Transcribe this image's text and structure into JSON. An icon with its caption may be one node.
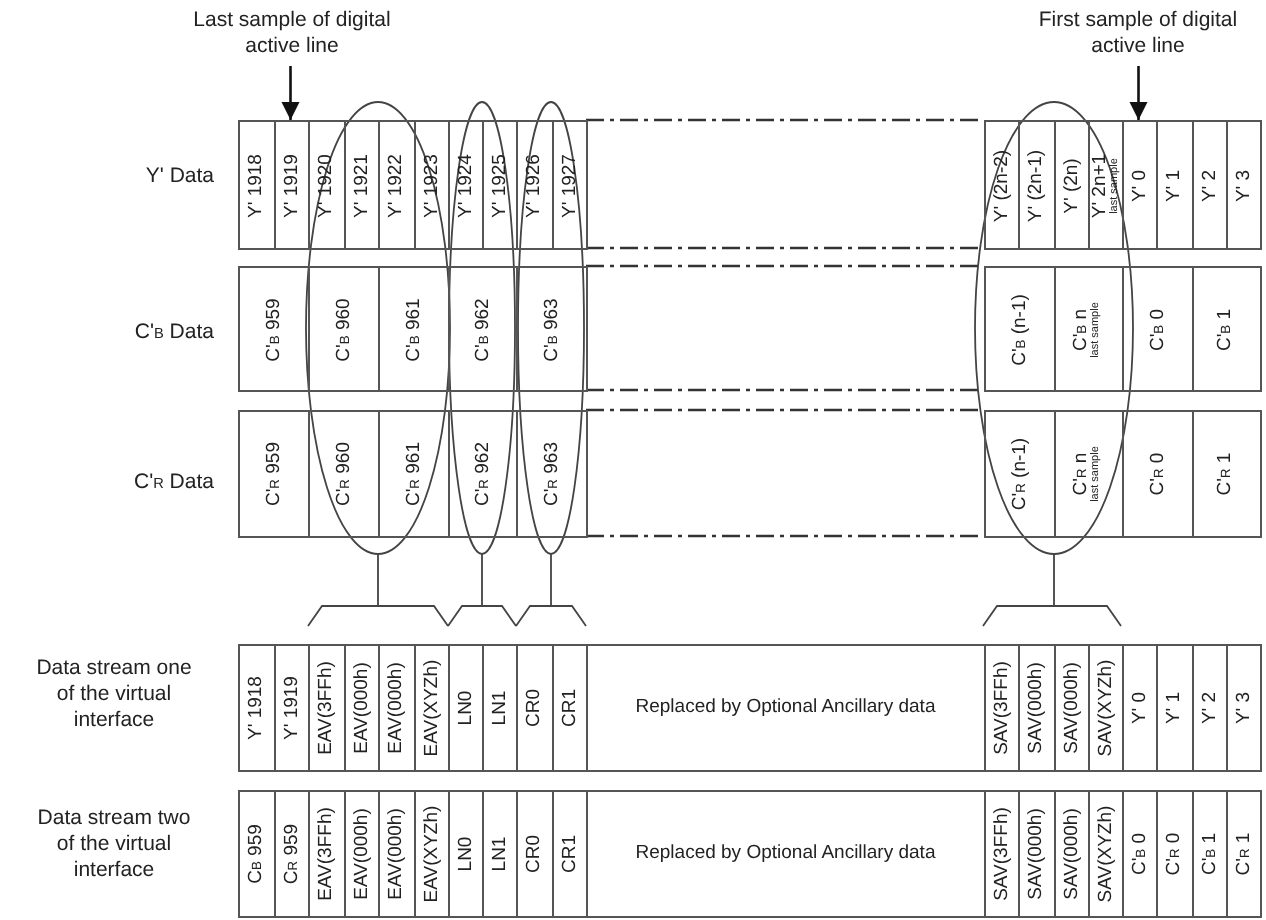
{
  "diagram": {
    "nodes": [
      {
        "text": [
          "Last sample of digital active line"
        ]
      },
      {
        "text": [
          "First sample of digital active line"
        ]
      },
      {
        "text": [
          "Y' 1918"
        ]
      },
      {
        "text": [
          "Y' 1919"
        ]
      },
      {
        "text": [
          "Y' 1920"
        ]
      },
      {
        "text": [
          "Y' 1921"
        ]
      },
      {
        "text": [
          "Y' 1922"
        ]
      },
      {
        "text": [
          "Y' 1923"
        ]
      },
      {
        "text": [
          "Y' 1924"
        ]
      },
      {
        "text": [
          "Y' 1925"
        ]
      },
      {
        "text": [
          "Y' 1926"
        ]
      },
      {
        "text": [
          "Y' 1927"
        ]
      },
      {
        "text": [
          "Y' (2n-2)"
        ]
      },
      {
        "text": [
          "Y' (2n-1)"
        ]
      },
      {
        "text": [
          "Y' (2n)"
        ]
      },
      {
        "text": [
          "Y' 2n+1",
          "last sample"
        ]
      },
      {
        "text": [
          "Y' 0"
        ]
      },
      {
        "text": [
          "Y' 1"
        ]
      },
      {
        "text": [
          "Y' 2"
        ]
      },
      {
        "text": [
          "Y' 3"
        ]
      },
      {
        "text": [
          "C'$_{B}$ 959"
        ]
      },
      {
        "text": [
          "C'$_{B}$ 960"
        ]
      },
      {
        "text": [
          "C'$_{B}$ 961"
        ]
      },
      {
        "text": [
          "C'$_{B}$ 962"
        ]
      },
      {
        "text": [
          "C'$_{B}$ 963"
        ]
      },
      {
        "text": [
          "C'$_{B}$ (n-1)"
        ]
      },
      {
        "text": [
          "C'$_{B}$ n",
          "last sample"
        ]
      },
      {
        "text": [
          "C'$_{B}$ 0"
        ]
      },
      {
        "text": [
          "C'$_{B}$ 1"
        ]
      },
      {
        "text": [
          "C'$_{R}$ 959"
        ]
      },
      {
        "text": [
          "C'$_{R}$ 960"
        ]
      },
      {
        "text": [
          "C'$_{R}$ 961"
        ]
      },
      {
        "text": [
          "C'$_{R}$ 962"
        ]
      },
      {
        "text": [
          "C'$_{R}$ 963"
        ]
      },
      {
        "text": [
          "C'$_{R}$ (n-1)"
        ]
      },
      {
        "text": [
          "C'$_{R}$ n",
          "last sample"
        ]
      },
      {
        "text": [
          "C'$_{R}$ 0"
        ]
      },
      {
        "text": [
          "C'$_{R}$ 1"
        ]
      },
      {
        "text": [
          "Y' 1918"
        ]
      },
      {
        "text": [
          "Y' 1919"
        ]
      },
      {
        "text": [
          "EAV(3FFh)"
        ]
      },
      {
        "text": [
          "EAV(000h)"
        ]
      },
      {
        "text": [
          "EAV(000h)"
        ]
      },
      {
        "text": [
          "EAV(XYZh)"
        ]
      },
      {
        "text": [
          "LN0"
        ]
      },
      {
        "text": [
          "LN1"
        ]
      },
      {
        "text": [
          "CR0"
        ]
      },
      {
        "text": [
          "CR1"
        ]
      },
      {
        "text": [
          "Replaced by Optional Ancillary data"
        ]
      },
      {
        "text": [
          "SAV(3FFh)"
        ]
      },
      {
        "text": [
          "SAV(000h)"
        ]
      },
      {
        "text": [
          "SAV(000h)"
        ]
      },
      {
        "text": [
          "SAV(XYZh)"
        ]
      },
      {
        "text": [
          "Y' 0"
        ]
      },
      {
        "text": [
          "Y' 1"
        ]
      },
      {
        "text": [
          "Y' 2"
        ]
      },
      {
        "text": [
          "Y' 3"
        ]
      },
      {
        "text": [
          "C$_{B}$ 959"
        ]
      },
      {
        "text": [
          "C$_{R}$ 959"
        ]
      },
      {
        "text": [
          "EAV(3FFh)"
        ]
      },
      {
        "text": [
          "EAV(000h)"
        ]
      },
      {
        "text": [
          "EAV(000h)"
        ]
      },
      {
        "text": [
          "EAV(XYZh)"
        ]
      },
      {
        "text": [
          "LN0"
        ]
      },
      {
        "text": [
          "LN1"
        ]
      },
      {
        "text": [
          "CR0"
        ]
      },
      {
        "text": [
          "CR1"
        ]
      },
      {
        "text": [
          "Replaced by Optional Ancillary data"
        ]
      },
      {
        "text": [
          "SAV(3FFh)"
        ]
      },
      {
        "text": [
          "SAV(000h)"
        ]
      },
      {
        "text": [
          "SAV(000h)"
        ]
      },
      {
        "text": [
          "SAV(XYZh)"
        ]
      },
      {
        "text": [
          "C'$_{B}$ 0"
        ]
      },
      {
        "text": [
          "C'$_{R}$ 0"
        ]
      },
      {
        "text": [
          "C'$_{B}$ 1"
        ]
      },
      {
        "text": [
          "C'$_{R}$ 1"
        ]
      }
    ],
    "edges": [
      {
        "from": 0,
        "to": 3,
        "arrow": "to"
      },
      {
        "from": 1,
        "to": 16,
        "arrow": "to"
      }
    ],
    "labels": [
      "Y' Data",
      "C'$_{B}$ Data",
      "C'$_{R}$ Data",
      "Data stream one of the virtual interface",
      "Data stream two of the virtual interface"
    ]
  }
}
